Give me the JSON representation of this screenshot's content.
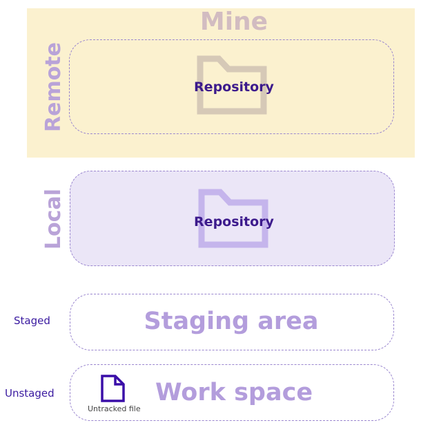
{
  "remote": {
    "title": "Mine",
    "side_label": "Remote",
    "repository_label": "Repository"
  },
  "local": {
    "side_label": "Local",
    "repository_label": "Repository"
  },
  "staging": {
    "state_label": "Staged",
    "area_label": "Staging area"
  },
  "workspace": {
    "state_label": "Unstaged",
    "area_label": "Work space",
    "file_label": "Untracked file"
  },
  "colors": {
    "remote_background": "#fbf1cf",
    "local_background": "#ebe6f7",
    "dashed_border": "#9a86cf",
    "accent_purple": "#3c1a8c",
    "light_purple": "#b39ddc",
    "remote_folder": "#d6c9b7",
    "local_folder": "#c5b5ec",
    "file_icon": "#3a0ea8"
  }
}
